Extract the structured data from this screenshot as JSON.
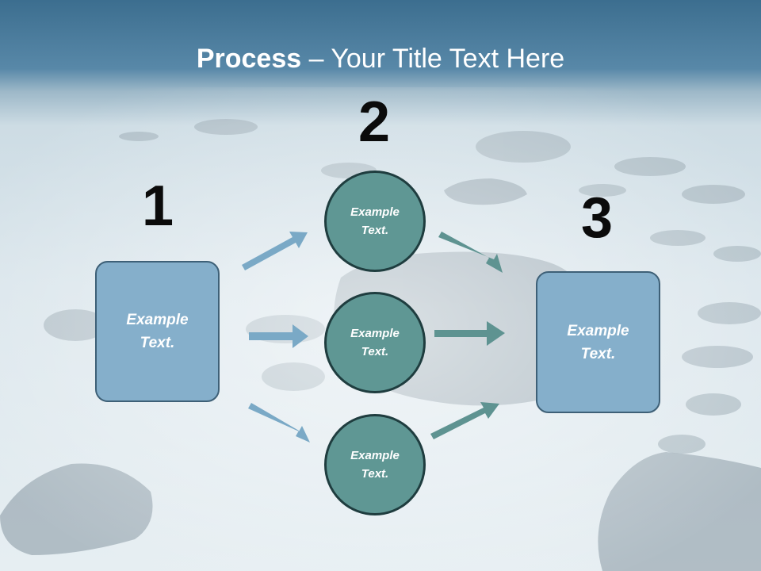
{
  "title": {
    "bold": "Process",
    "rest": " – Your Title Text Here"
  },
  "steps": [
    {
      "number": "1",
      "text_line1": "Example",
      "text_line2": "Text."
    },
    {
      "number": "2",
      "text_line1": "Example",
      "text_line2": "Text."
    },
    {
      "number": "3",
      "text_line1": "Example",
      "text_line2": "Text."
    }
  ],
  "circles": [
    {
      "text_line1": "Example",
      "text_line2": "Text."
    },
    {
      "text_line1": "Example",
      "text_line2": "Text."
    },
    {
      "text_line1": "Example",
      "text_line2": "Text."
    }
  ],
  "colors": {
    "header_band": "#4f7f9e",
    "box_fill": "#85afcb",
    "box_border": "#3e6077",
    "circle_fill": "#5f9794",
    "circle_border": "#1f3d3f",
    "arrow_left": "#7aa9c6",
    "arrow_right": "#5e9391"
  }
}
